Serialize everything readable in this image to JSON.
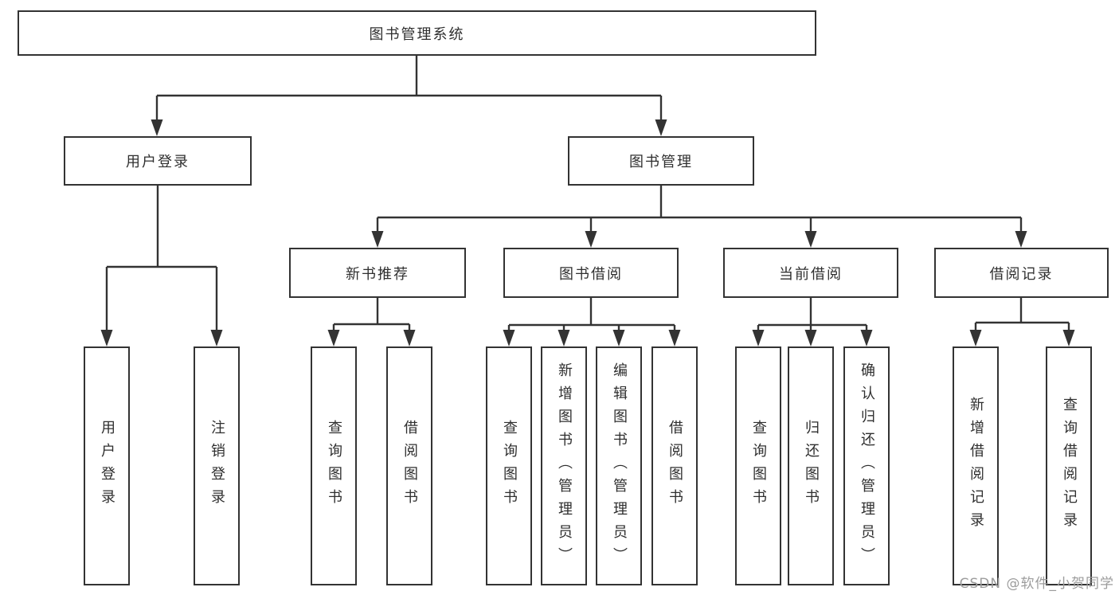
{
  "colors": {
    "line": "#333333",
    "box_border": "#333333",
    "box_fill": "#ffffff",
    "text": "#2f2f2f",
    "background": "#ffffff",
    "watermark": "#9c9c9c"
  },
  "tree": {
    "label": "图书管理系统",
    "children": [
      {
        "label": "用户登录",
        "children": [
          {
            "label": "用户登录"
          },
          {
            "label": "注销登录"
          }
        ]
      },
      {
        "label": "图书管理",
        "children": [
          {
            "label": "新书推荐",
            "children": [
              {
                "label": "查询图书"
              },
              {
                "label": "借阅图书"
              }
            ]
          },
          {
            "label": "图书借阅",
            "children": [
              {
                "label": "查询图书"
              },
              {
                "label": "新增图书（管理员）"
              },
              {
                "label": "编辑图书（管理员）"
              },
              {
                "label": "借阅图书"
              }
            ]
          },
          {
            "label": "当前借阅",
            "children": [
              {
                "label": "查询图书"
              },
              {
                "label": "归还图书"
              },
              {
                "label": "确认归还（管理员）"
              }
            ]
          },
          {
            "label": "借阅记录",
            "children": [
              {
                "label": "新增借阅记录"
              },
              {
                "label": "查询借阅记录"
              }
            ]
          }
        ]
      }
    ]
  },
  "watermark": {
    "text": "CSDN @软件_小贺同学"
  }
}
